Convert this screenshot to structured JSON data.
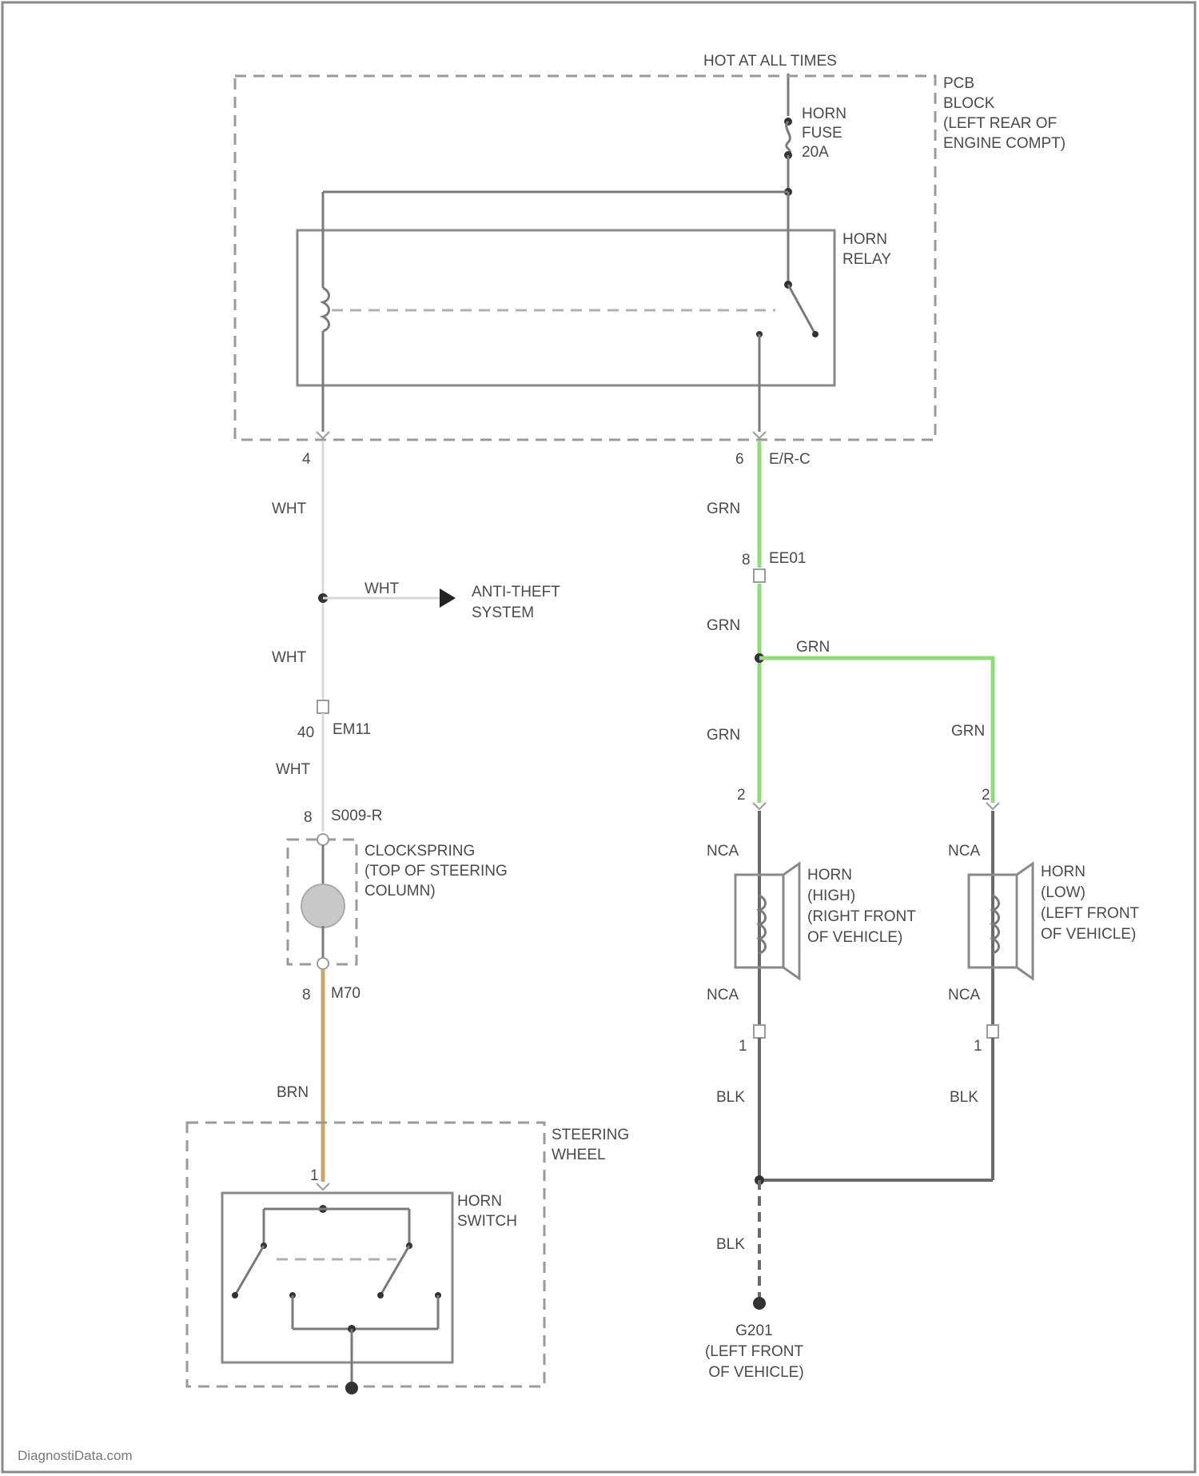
{
  "power": {
    "label": "HOT AT ALL TIMES"
  },
  "pcb_block": {
    "lines": [
      "PCB",
      "BLOCK",
      "(LEFT REAR OF",
      "ENGINE COMPT)"
    ]
  },
  "horn_fuse": {
    "lines": [
      "HORN",
      "FUSE",
      "20A"
    ]
  },
  "horn_relay": {
    "lines": [
      "HORN",
      "RELAY"
    ]
  },
  "relay_pins": {
    "left": "4",
    "right": "6",
    "connector": "E/R-C"
  },
  "left_branch": {
    "wire_1": "WHT",
    "splice_wire": "WHT",
    "anti_theft": [
      "ANTI-THEFT",
      "SYSTEM"
    ],
    "wire_2": "WHT",
    "connector_pin": "40",
    "connector": "EM11",
    "wire_3": "WHT",
    "clock_pin": "8",
    "clock_connector": "S009-R",
    "clockspring": [
      "CLOCKSPRING",
      "(TOP OF STEERING",
      "COLUMN)"
    ],
    "lower_pin": "8",
    "lower_connector": "M70",
    "wire_4": "BRN",
    "switch_pin": "1"
  },
  "steering_wheel": {
    "lines": [
      "STEERING",
      "WHEEL"
    ]
  },
  "horn_switch": {
    "lines": [
      "HORN",
      "SWITCH"
    ]
  },
  "right_branch": {
    "wire_1": "GRN",
    "connector_pin": "8",
    "connector": "EE01",
    "wire_2": "GRN",
    "splice_wire": "GRN",
    "wire_3": "GRN",
    "wire_4": "GRN",
    "horn_high_pin": "2",
    "horn_low_pin": "2",
    "nca_1": "NCA",
    "nca_2": "NCA",
    "nca_3": "NCA",
    "nca_4": "NCA",
    "horn_high_gnd_pin": "1",
    "horn_low_gnd_pin": "1",
    "blk_1": "BLK",
    "blk_2": "BLK",
    "blk_3": "BLK"
  },
  "horn_high": {
    "lines": [
      "HORN",
      "(HIGH)",
      "(RIGHT FRONT",
      "OF VEHICLE)"
    ]
  },
  "horn_low": {
    "lines": [
      "HORN",
      "(LOW)",
      "(LEFT FRONT",
      "OF VEHICLE)"
    ]
  },
  "ground": {
    "lines": [
      "G201",
      "(LEFT FRONT",
      "OF VEHICLE)"
    ]
  },
  "watermark": "DiagnostiData.com"
}
